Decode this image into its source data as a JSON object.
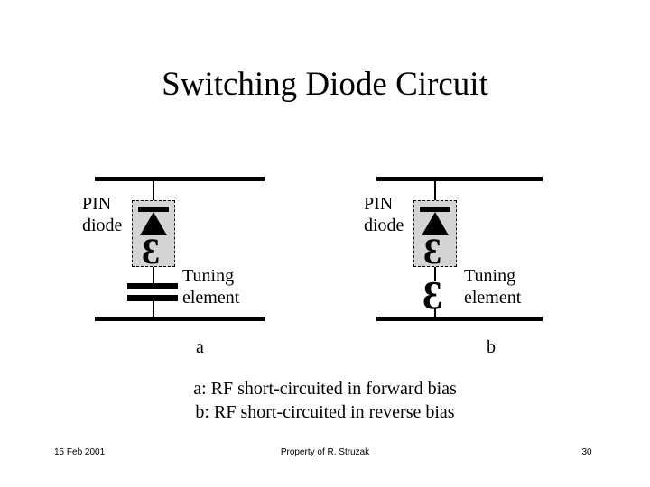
{
  "slide": {
    "title": "Switching Diode Circuit",
    "accent_color": "#000000",
    "highlight_box_color": "#d4d4d4",
    "background_color": "#ffffff"
  },
  "circuits": [
    {
      "id": "a",
      "panel_letter": "a",
      "pin_diode_label": "PIN\ndiode",
      "tuning_element_label": "Tuning\nelement",
      "diode_icon": "diode-symbol",
      "coil_icon": "coil-squiggle-icon",
      "tuning_icon": "capacitor-symbol",
      "coil_glyph": "3"
    },
    {
      "id": "b",
      "panel_letter": "b",
      "pin_diode_label": "PIN\ndiode",
      "tuning_element_label": "Tuning\nelement",
      "diode_icon": "diode-symbol",
      "coil_icon": "coil-squiggle-icon",
      "tuning_icon": "coil-squiggle-icon",
      "coil_glyph": "3"
    }
  ],
  "captions": {
    "line_a": "a:  RF short-circuited in forward bias",
    "line_b": "b: RF short-circuited in reverse bias"
  },
  "footer": {
    "date": "15 Feb 2001",
    "owner": "Property of R. Struzak",
    "page_number": "30"
  }
}
